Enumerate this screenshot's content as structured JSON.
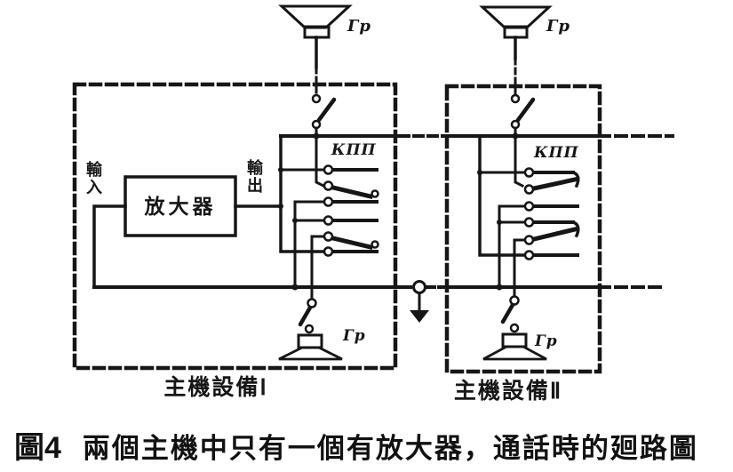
{
  "labels": {
    "speaker": "Гр",
    "switch_block": "КПП"
  },
  "station1": {
    "input": "輸入",
    "amplifier": "放大器",
    "output": "輸出",
    "title": "主機設備Ⅰ"
  },
  "station2": {
    "title": "主機設備Ⅱ"
  },
  "caption": {
    "figure": "圖4",
    "text": "兩個主機中只有一個有放大器，通話時的廻路圖"
  },
  "symbols": {
    "speaker_symbol": "loudspeaker-horn",
    "ground_symbol": "earth-arrow",
    "switch_symbol": "knife-switch-open",
    "contact_symbol": "open-circle-contact"
  },
  "colors": {
    "ink": "#161616",
    "paper": "#ffffff"
  }
}
